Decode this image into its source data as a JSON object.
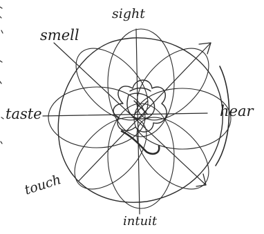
{
  "diagram": {
    "labels": {
      "top": "sight",
      "upper_left": "smell",
      "left": "taste",
      "right": "hear",
      "lower_left": "touch",
      "bottom": "intuit"
    },
    "ink_color": "#2a2a2a"
  }
}
